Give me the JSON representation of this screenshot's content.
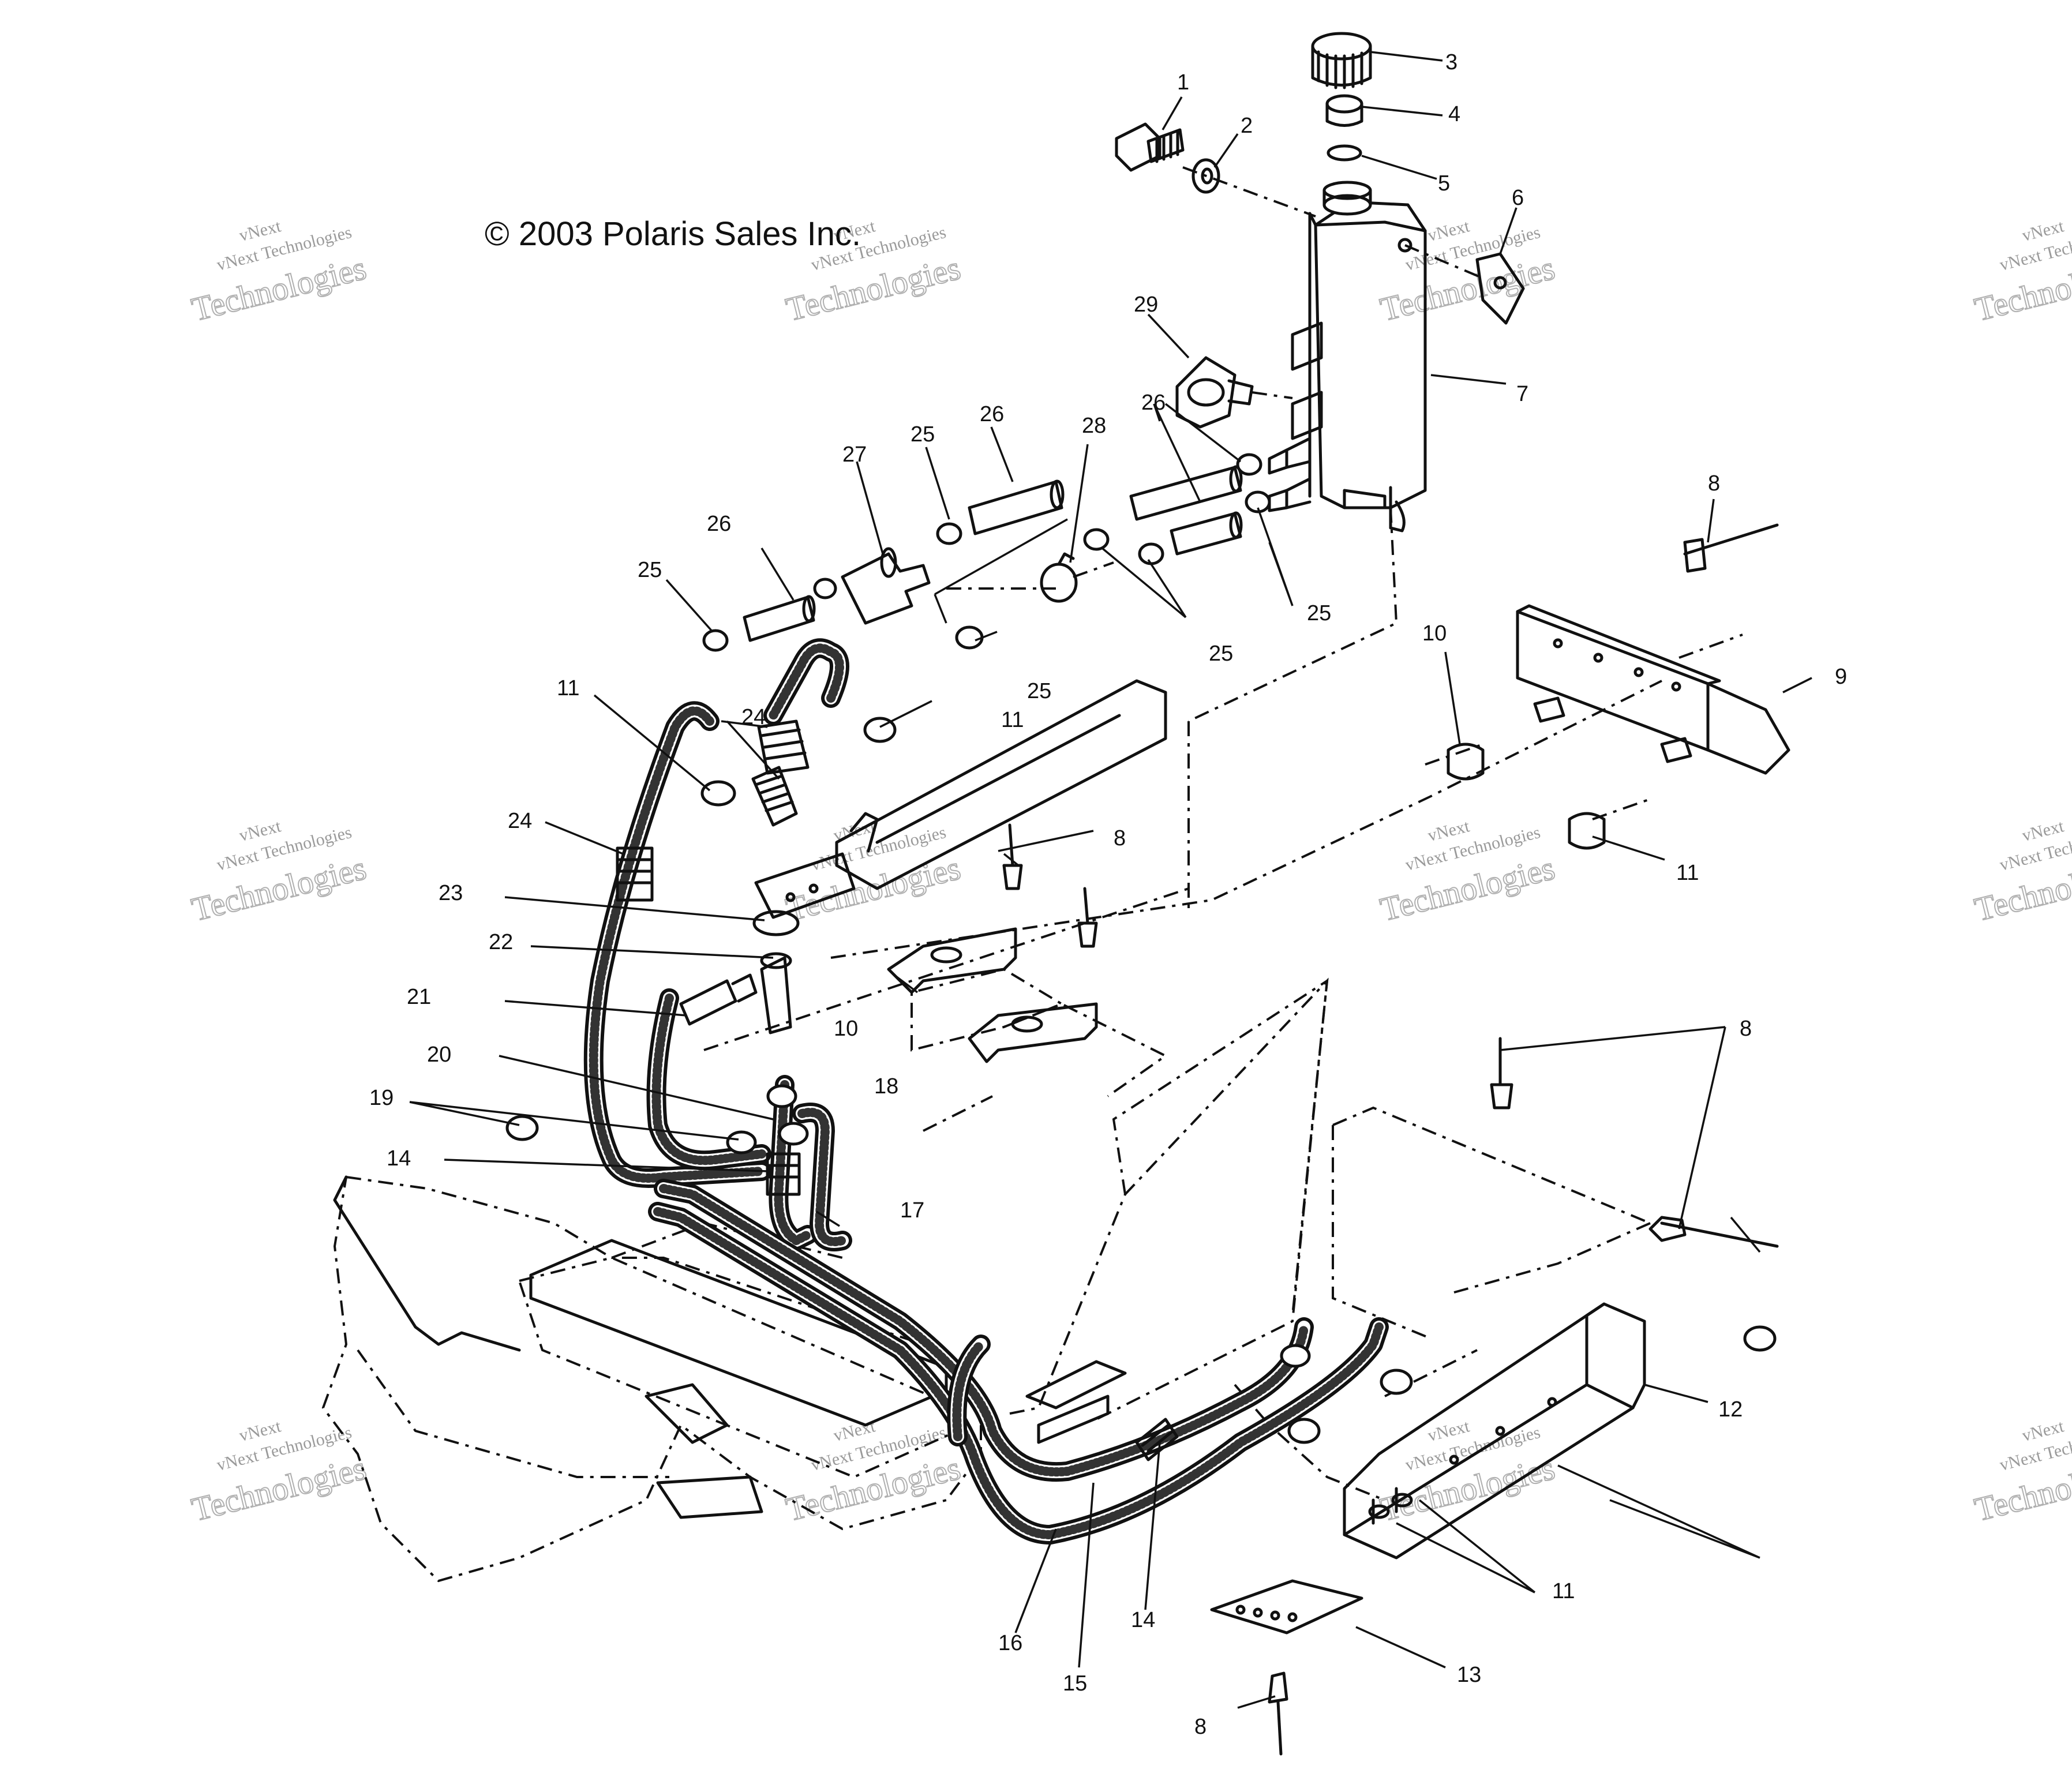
{
  "copyright": "© 2003 Polaris Sales Inc.",
  "watermark": {
    "line1": "vNext Technologies",
    "line2": "Technologies",
    "line3": "vNext"
  },
  "callouts": {
    "c1": "1",
    "c2": "2",
    "c3": "3",
    "c4": "4",
    "c5": "5",
    "c6": "6",
    "c7": "7",
    "c8a": "8",
    "c8b": "8",
    "c8c": "8",
    "c8d": "8",
    "c9": "9",
    "c10a": "10",
    "c10b": "10",
    "c11a": "11",
    "c11b": "11",
    "c11c": "11",
    "c11d": "11",
    "c12": "12",
    "c13": "13",
    "c14a": "14",
    "c14b": "14",
    "c15": "15",
    "c16": "16",
    "c17": "17",
    "c18": "18",
    "c19": "19",
    "c20": "20",
    "c21": "21",
    "c22": "22",
    "c23": "23",
    "c24a": "24",
    "c24b": "24",
    "c25a": "25",
    "c25b": "25",
    "c25c": "25",
    "c25d": "25",
    "c25e": "25",
    "c26a": "26",
    "c26b": "26",
    "c26c": "26",
    "c27": "27",
    "c28": "28",
    "c29": "29"
  }
}
